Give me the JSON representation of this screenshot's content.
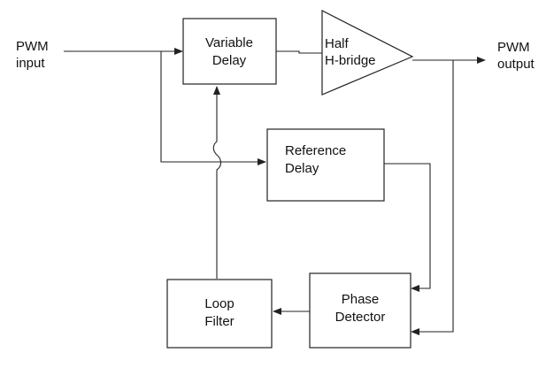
{
  "blocks": {
    "variable_delay": {
      "line1": "Variable",
      "line2": "Delay"
    },
    "half_bridge": {
      "line1": "Half",
      "line2": "H-bridge"
    },
    "reference_delay": {
      "line1": "Reference",
      "line2": "Delay"
    },
    "loop_filter": {
      "line1": "Loop",
      "line2": "Filter"
    },
    "phase_detector": {
      "line1": "Phase",
      "line2": "Detector"
    }
  },
  "terminals": {
    "input": {
      "line1": "PWM",
      "line2": "input"
    },
    "output": {
      "line1": "PWM",
      "line2": "output"
    }
  }
}
